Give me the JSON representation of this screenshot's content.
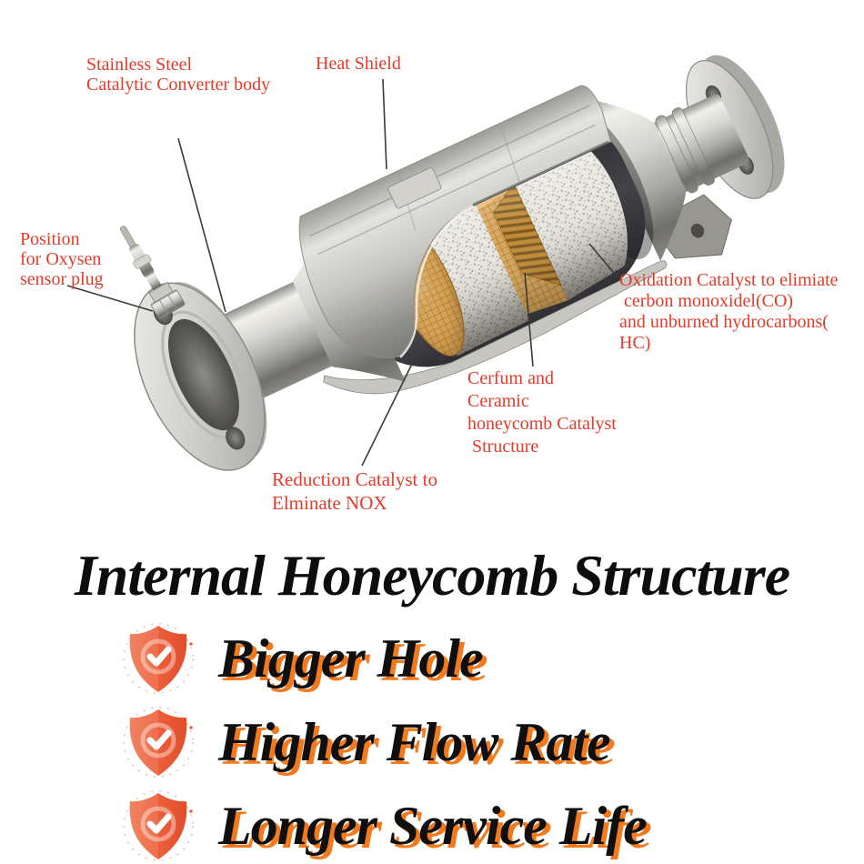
{
  "page": {
    "background": "#ffffff"
  },
  "diagram": {
    "name": "catalytic-converter-cutaway",
    "label_color": "#e23b2a",
    "labels": [
      {
        "id": "body",
        "text": "Stainless Steel\nCatalytic Converter body"
      },
      {
        "id": "heat_shield",
        "text": "Heat Shield"
      },
      {
        "id": "oxygen_sensor",
        "text": "Position\nfor Oxysen\nsensor plug"
      },
      {
        "id": "oxidation",
        "text": "Oxidation Catalyst to elimiate\n cerbon monoxidel(CO)\nand unburned hydrocarbons(\nHC)"
      },
      {
        "id": "honeycomb",
        "text": "Cerfum and\nCeramic\nhoneycomb Catalyst\n Structure"
      },
      {
        "id": "reduction",
        "text": "Reduction Catalyst to\nElminate NOX"
      }
    ]
  },
  "heading": {
    "text": "Internal Honeycomb Structure",
    "color": "#0d0d0d"
  },
  "features": {
    "shadow_color": "#f27a1d",
    "icon_color": "#ea5a38",
    "items": [
      {
        "icon": "shield-check-icon",
        "label": "Bigger Hole"
      },
      {
        "icon": "shield-check-icon",
        "label": "Higher Flow Rate"
      },
      {
        "icon": "shield-check-icon",
        "label": "Longer Service Life"
      }
    ]
  }
}
